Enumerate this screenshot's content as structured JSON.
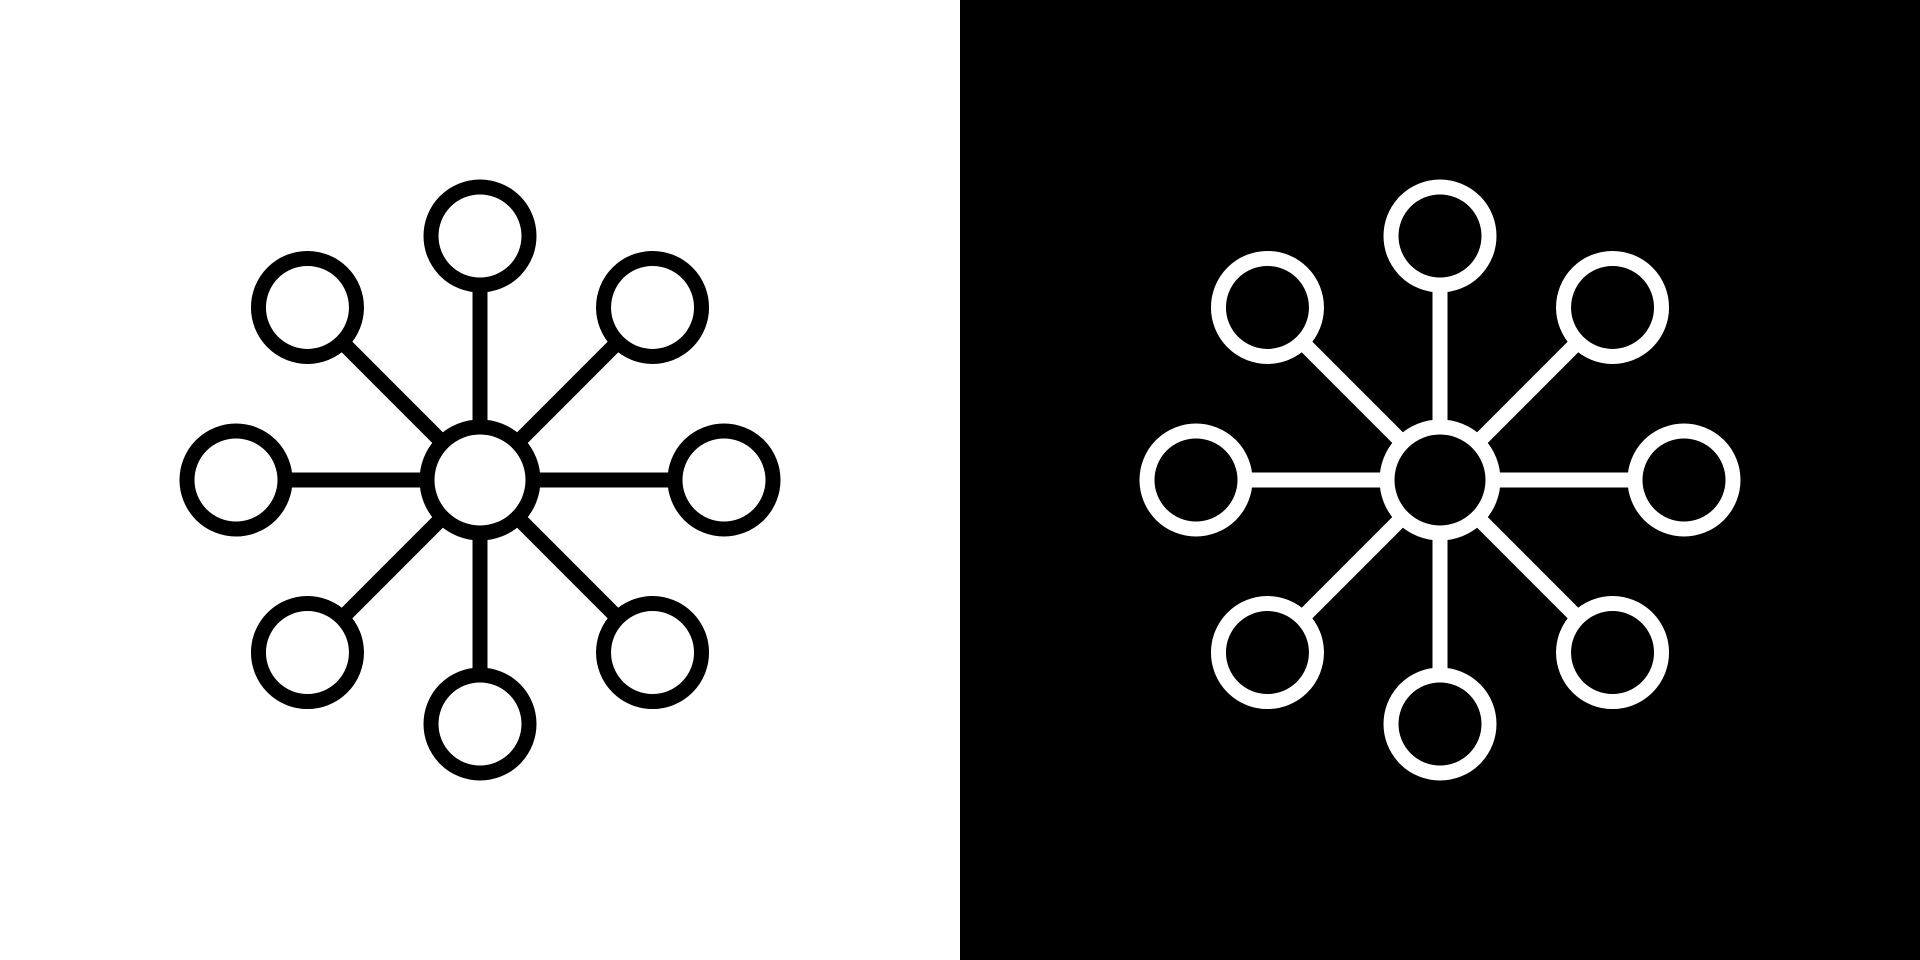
{
  "panels": [
    {
      "variant": "light",
      "background": "#ffffff",
      "stroke": "#000000",
      "fill": "#ffffff",
      "icon": "network-hub-icon"
    },
    {
      "variant": "dark",
      "background": "#000000",
      "stroke": "#ffffff",
      "fill": "#000000",
      "icon": "network-hub-icon"
    }
  ],
  "network": {
    "satellite_count": 8
  }
}
